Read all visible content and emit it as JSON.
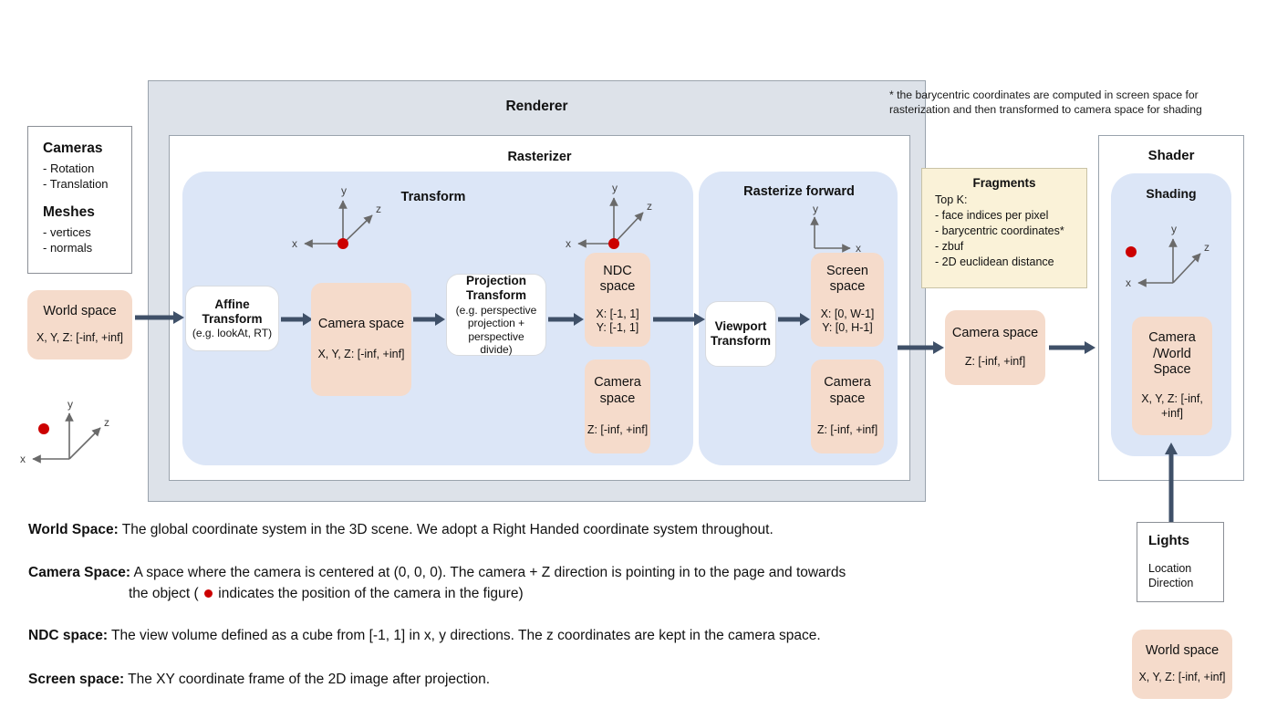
{
  "renderer": {
    "title": "Renderer",
    "footnote": "* the barycentric coordinates are computed in screen space for rasterization and then transformed to camera space for shading"
  },
  "inputs": {
    "cameras_heading": "Cameras",
    "cameras_items": [
      "- Rotation",
      "- Translation"
    ],
    "meshes_heading": "Meshes",
    "meshes_items": [
      "- vertices",
      "- normals"
    ],
    "world_space": {
      "title": "World space",
      "range": "X, Y, Z: [-inf, +inf]"
    }
  },
  "rasterizer": {
    "title": "Rasterizer",
    "transform": {
      "title": "Transform",
      "affine": {
        "title": "Affine\nTransform",
        "title_line1": "Affine",
        "title_line2": "Transform",
        "sub": "(e.g. lookAt, RT)"
      },
      "camera_space": {
        "title": "Camera space",
        "range": "X, Y, Z: [-inf, +inf]"
      },
      "projection": {
        "title_line1": "Projection",
        "title_line2": "Transform",
        "sub": "(e.g. perspective projection + perspective divide)"
      },
      "ndc": {
        "title_line1": "NDC",
        "title_line2": "space",
        "range_x": "X: [-1, 1]",
        "range_y": "Y: [-1, 1]"
      },
      "camera_space_z": {
        "title_line1": "Camera",
        "title_line2": "space",
        "range": "Z: [-inf, +inf]"
      }
    },
    "rasterize_forward": {
      "title": "Rasterize forward",
      "viewport": {
        "title_line1": "Viewport",
        "title_line2": "Transform"
      },
      "screen": {
        "title_line1": "Screen",
        "title_line2": "space",
        "range_x": "X: [0, W-1]",
        "range_y": "Y: [0,  H-1]"
      },
      "camera_space_z": {
        "title_line1": "Camera",
        "title_line2": "space",
        "range": "Z: [-inf, +inf]"
      }
    }
  },
  "fragments": {
    "title": "Fragments",
    "lead": "Top K:",
    "items": [
      "- face indices per pixel",
      "- barycentric coordinates*",
      "- zbuf",
      "- 2D euclidean distance"
    ]
  },
  "post_fragment": {
    "title": "Camera space",
    "range": "Z: [-inf, +inf]"
  },
  "shader": {
    "title": "Shader",
    "shading_title": "Shading",
    "camera_world": {
      "line1": "Camera",
      "line2": "/World",
      "line3": "Space",
      "range": "X, Y, Z: [-inf, +inf]"
    }
  },
  "lights": {
    "title": "Lights",
    "items": [
      "Location",
      "Direction"
    ]
  },
  "world_space_bottom": {
    "title": "World space",
    "range": "X, Y, Z: [-inf, +inf]"
  },
  "axis_labels": {
    "x": "x",
    "y": "y",
    "z": "z"
  },
  "legend": {
    "world_space_term": "World Space:",
    "world_space_text": " The global coordinate system in the 3D scene. We adopt a Right Handed coordinate system throughout.",
    "camera_space_term": "Camera Space:",
    "camera_space_text": " A space where the camera is centered at (0, 0, 0). The camera + Z direction is pointing in to the page and towards",
    "camera_space_text2_pre": "the object ( ",
    "camera_space_text2_post": " indicates the position of the camera in the figure)",
    "ndc_term": "NDC space:",
    "ndc_text": " The view volume defined as a cube from [-1, 1] in x, y directions. The z coordinates are kept in the camera space.",
    "screen_term": "Screen space:",
    "screen_text": " The XY coordinate frame of the 2D image after projection."
  },
  "colors": {
    "peach": "#f5dbcb",
    "light_blue": "#dce6f7",
    "panel_gray": "#dde2e9",
    "cream": "#faf2d8",
    "arrow": "#3f5068",
    "camera_dot": "#cc0000"
  }
}
